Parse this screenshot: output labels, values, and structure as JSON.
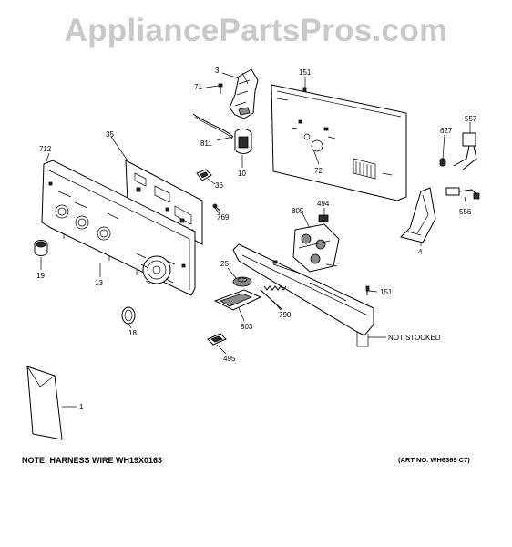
{
  "watermark": "AppliancePartsPros.com",
  "note": "NOTE: HARNESS WIRE WH19X0163",
  "art_no": "(ART NO. WH6369 C7)",
  "callouts": {
    "c3": "3",
    "c71": "71",
    "c151a": "151",
    "c557": "557",
    "c627": "627",
    "c811": "811",
    "c10": "10",
    "c72": "72",
    "c35": "35",
    "c712": "712",
    "c36": "36",
    "c494": "494",
    "c805": "805",
    "c556": "556",
    "c769": "769",
    "c4": "4",
    "c19": "19",
    "c25": "25",
    "c13": "13",
    "c151b": "151",
    "c790": "790",
    "c803": "803",
    "c18": "18",
    "not_stocked": "NOT STOCKED",
    "c495": "495",
    "c1": "1"
  }
}
